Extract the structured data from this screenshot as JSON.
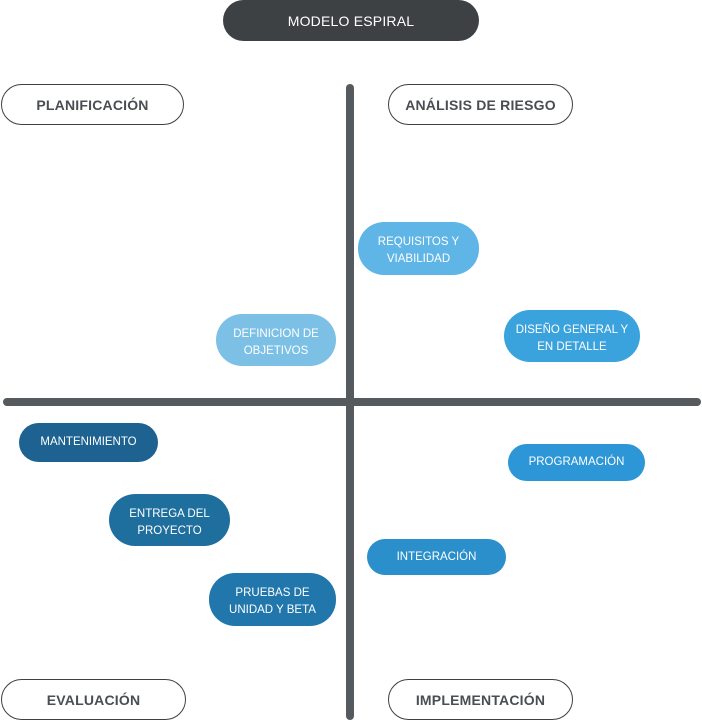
{
  "title": "MODELO ESPIRAL",
  "quadrants": {
    "top_left": "PLANIFICACIÓN",
    "top_right": "ANÁLISIS DE RIESGO",
    "bottom_left": "EVALUACIÓN",
    "bottom_right": "IMPLEMENTACIÓN"
  },
  "steps": {
    "requisitos": "Requisitos y viabilidad",
    "definicion": "Definicion de objetivos",
    "diseno": "Diseño general y en detalle",
    "programacion": "Programación",
    "integracion": "Integración",
    "mantenimiento": "Mantenimiento",
    "entrega": "Entrega del proyecto",
    "pruebas": "Pruebas de unidad y beta"
  },
  "colors": {
    "axis": "#555a5e",
    "title_bg": "#3d4144",
    "step_light": "#7cc0e6",
    "step_mid": "#2c96d6",
    "step_dark": "#1d6290"
  }
}
